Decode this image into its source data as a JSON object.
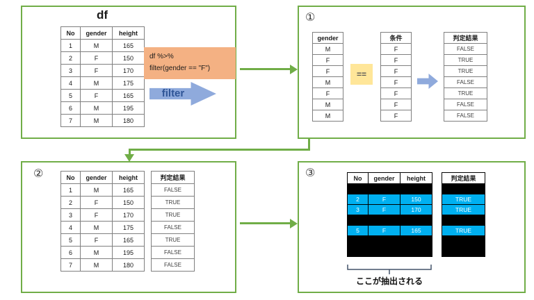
{
  "colors": {
    "green": "#70AD47",
    "orange": "#F4B183",
    "yellow": "#FFE699",
    "light_blue": "#8FAADC",
    "highlight_blue": "#00B0F0",
    "filter_text": "#2F5597"
  },
  "source_panel": {
    "title": "df",
    "table": {
      "headers": [
        "No",
        "gender",
        "height"
      ],
      "rows": [
        [
          "1",
          "M",
          "165"
        ],
        [
          "2",
          "F",
          "150"
        ],
        [
          "3",
          "F",
          "170"
        ],
        [
          "4",
          "M",
          "175"
        ],
        [
          "5",
          "F",
          "165"
        ],
        [
          "6",
          "M",
          "195"
        ],
        [
          "7",
          "M",
          "180"
        ]
      ]
    },
    "code": {
      "line1": "df %>%",
      "line2": "filter(gender  == \"F\")"
    },
    "filter_arrow_label": "filter"
  },
  "step1_panel": {
    "badge": "①",
    "gender_table": {
      "headers": [
        "gender"
      ],
      "rows": [
        [
          "M"
        ],
        [
          "F"
        ],
        [
          "F"
        ],
        [
          "M"
        ],
        [
          "F"
        ],
        [
          "M"
        ],
        [
          "M"
        ]
      ]
    },
    "operator": "==",
    "condition_table": {
      "headers": [
        "条件"
      ],
      "rows": [
        [
          "F"
        ],
        [
          "F"
        ],
        [
          "F"
        ],
        [
          "F"
        ],
        [
          "F"
        ],
        [
          "F"
        ],
        [
          "F"
        ]
      ]
    },
    "result_table": {
      "headers": [
        "判定結果"
      ],
      "rows": [
        [
          "FALSE"
        ],
        [
          "TRUE"
        ],
        [
          "TRUE"
        ],
        [
          "FALSE"
        ],
        [
          "TRUE"
        ],
        [
          "FALSE"
        ],
        [
          "FALSE"
        ]
      ]
    }
  },
  "step2_panel": {
    "badge": "②",
    "table": {
      "headers": [
        "No",
        "gender",
        "height"
      ],
      "rows": [
        [
          "1",
          "M",
          "165"
        ],
        [
          "2",
          "F",
          "150"
        ],
        [
          "3",
          "F",
          "170"
        ],
        [
          "4",
          "M",
          "175"
        ],
        [
          "5",
          "F",
          "165"
        ],
        [
          "6",
          "M",
          "195"
        ],
        [
          "7",
          "M",
          "180"
        ]
      ]
    },
    "result_table": {
      "headers": [
        "判定結果"
      ],
      "rows": [
        [
          "FALSE"
        ],
        [
          "TRUE"
        ],
        [
          "TRUE"
        ],
        [
          "FALSE"
        ],
        [
          "TRUE"
        ],
        [
          "FALSE"
        ],
        [
          "FALSE"
        ]
      ]
    }
  },
  "step3_panel": {
    "badge": "③",
    "table": {
      "headers": [
        "No",
        "gender",
        "height"
      ],
      "rows": [
        [
          "",
          "",
          ""
        ],
        [
          "2",
          "F",
          "150"
        ],
        [
          "3",
          "F",
          "170"
        ],
        [
          "",
          "",
          ""
        ],
        [
          "5",
          "F",
          "165"
        ],
        [
          "",
          "",
          ""
        ],
        [
          "",
          "",
          ""
        ]
      ],
      "row_states": [
        "black",
        "blue",
        "blue",
        "black",
        "blue",
        "black",
        "black"
      ]
    },
    "result_table": {
      "headers": [
        "判定結果"
      ],
      "rows": [
        [
          ""
        ],
        [
          "TRUE"
        ],
        [
          "TRUE"
        ],
        [
          ""
        ],
        [
          "TRUE"
        ],
        [
          ""
        ],
        [
          ""
        ]
      ],
      "row_states": [
        "black",
        "blue",
        "blue",
        "black",
        "blue",
        "black",
        "black"
      ]
    },
    "caption": "ここが抽出される"
  }
}
